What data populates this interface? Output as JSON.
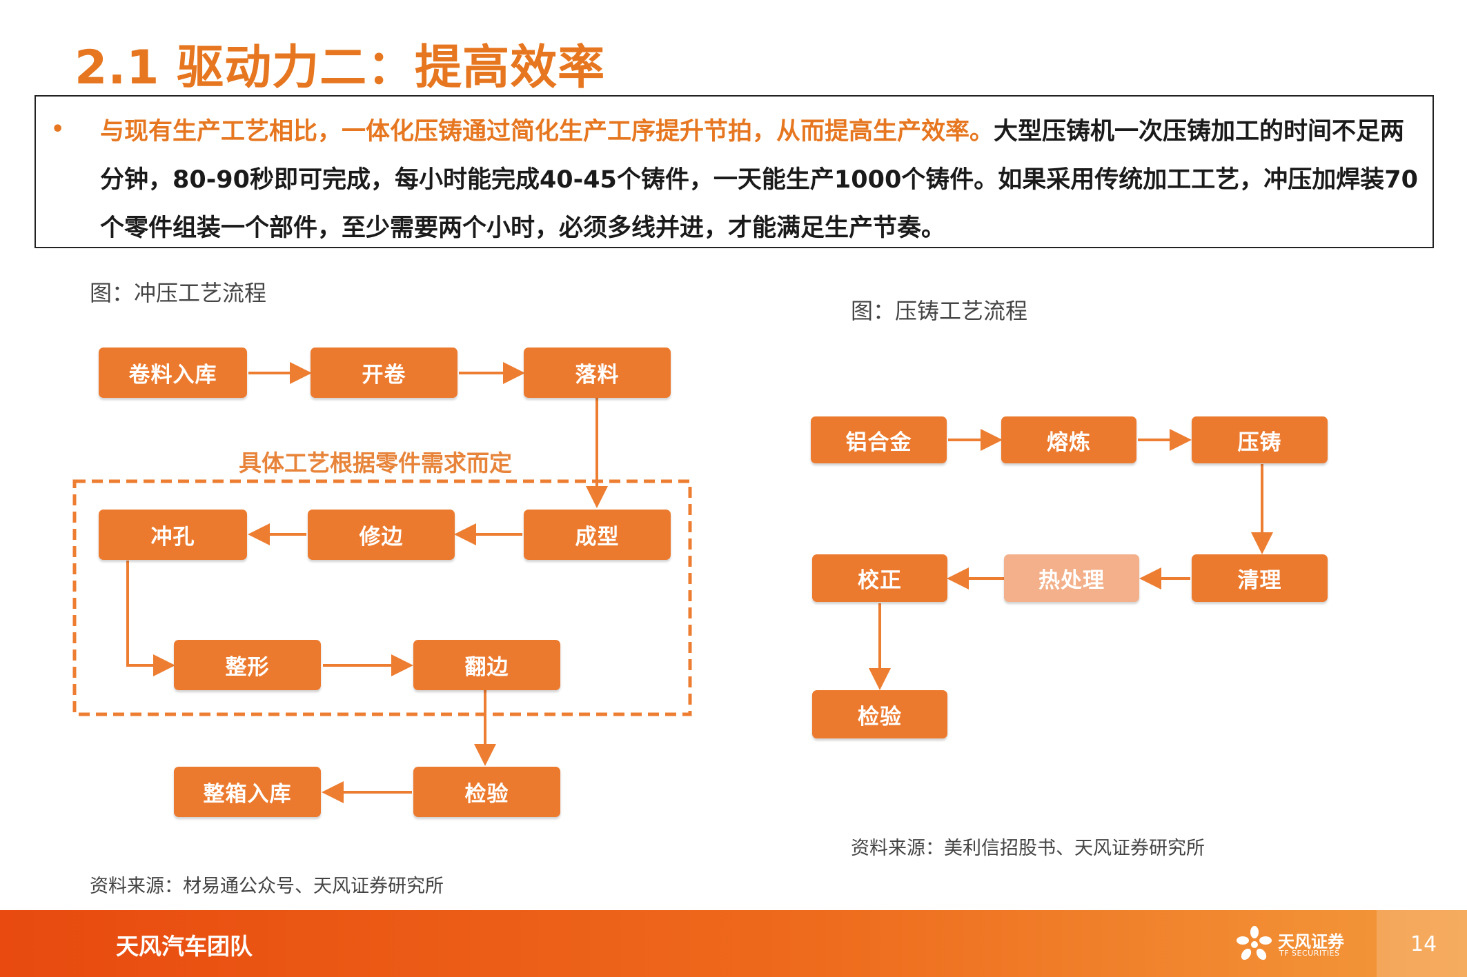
{
  "title": "2.1 驱动力二：提高效率",
  "summary": {
    "bullet": "•",
    "highlight": "与现有生产工艺相比，一体化压铸通过简化生产工序提升节拍，从而提高生产效率。",
    "body": "大型压铸机一次压铸加工的时间不足两分钟，80-90秒即可完成，每小时能完成40-45个铸件，一天能生产1000个铸件。如果采用传统加工工艺，冲压加焊装70个零件组装一个部件，至少需要两个小时，必须多线并进，才能满足生产节奏。"
  },
  "stamping": {
    "caption": "图：冲压工艺流程",
    "group_label": "具体工艺根据零件需求而定",
    "steps": {
      "coil_storage": "卷料入库",
      "uncoiling": "开卷",
      "blanking": "落料",
      "forming": "成型",
      "trimming": "修边",
      "punching": "冲孔",
      "shaping": "整形",
      "flanging": "翻边",
      "inspection": "检验",
      "boxing_storage": "整箱入库"
    },
    "source": "资料来源：材易通公众号、天风证券研究所"
  },
  "diecasting": {
    "caption": "图：压铸工艺流程",
    "steps": {
      "alloy": "铝合金",
      "smelting": "熔炼",
      "die_casting": "压铸",
      "cleaning": "清理",
      "heat_treatment": "热处理",
      "correction": "校正",
      "inspection": "检验"
    },
    "source": "资料来源：美利信招股书、天风证券研究所"
  },
  "footer": {
    "team": "天风汽车团队",
    "logo_name": "天风证券",
    "logo_sub": "TF SECURITIES",
    "page": "14"
  },
  "colors": {
    "accent": "#E6761F",
    "box": "#EC7A2E",
    "box_light": "#F3B08A",
    "arrow": "#ED7D31"
  }
}
